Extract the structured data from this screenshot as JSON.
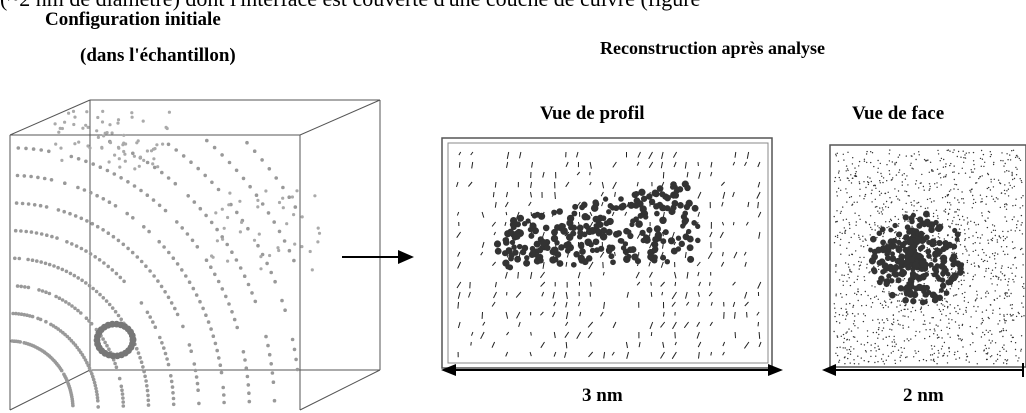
{
  "top_line_fragment": "(~2 nm de diamètre) dont l'interface est couverte d'une couche de cuivre (figure",
  "left_panel": {
    "title_line1": "Configuration initiale",
    "title_line2": "(dans l'échantillon)"
  },
  "right_panel": {
    "title": "Reconstruction après analyse",
    "side_view_label": "Vue de profil",
    "front_view_label": "Vue de face",
    "side_view_scale": "3 nm",
    "front_view_scale": "2 nm"
  }
}
